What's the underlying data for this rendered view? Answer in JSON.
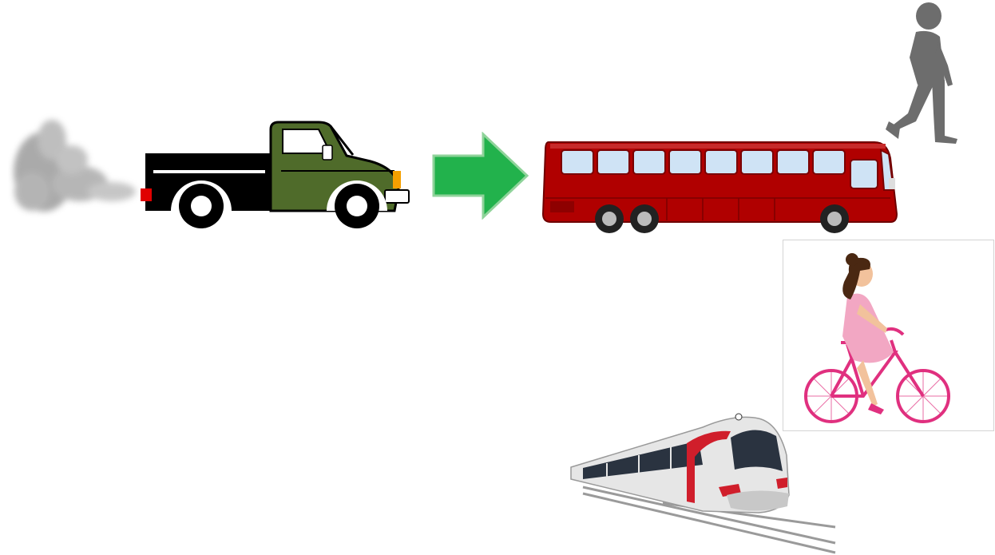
{
  "scene": {
    "background": "#ffffff",
    "items": [
      {
        "name": "exhaust-smoke",
        "icon": "smoke-cloud-icon",
        "color": "#9a9a9a"
      },
      {
        "name": "pickup-truck",
        "icon": "pickup-truck-icon",
        "colors": {
          "cab": "#4f6b2a",
          "bed": "#000000",
          "taillight": "#e00000",
          "marker": "#f5a000"
        }
      },
      {
        "name": "transition-arrow",
        "icon": "right-arrow-icon",
        "color": "#22b24c"
      },
      {
        "name": "bus",
        "icon": "bus-icon",
        "colors": {
          "body": "#b00000",
          "windows": "#cfe3f5"
        }
      },
      {
        "name": "pedestrian",
        "icon": "walking-person-icon",
        "color": "#6d6d6d"
      },
      {
        "name": "cyclist",
        "icon": "woman-bicycle-icon",
        "colors": {
          "bike": "#e0307f",
          "dress": "#f2a7c3",
          "hair": "#4a2812"
        }
      },
      {
        "name": "train",
        "icon": "high-speed-train-icon",
        "colors": {
          "body": "#e6e6e6",
          "stripe": "#d01e2b",
          "windows": "#2a3340"
        }
      }
    ]
  }
}
